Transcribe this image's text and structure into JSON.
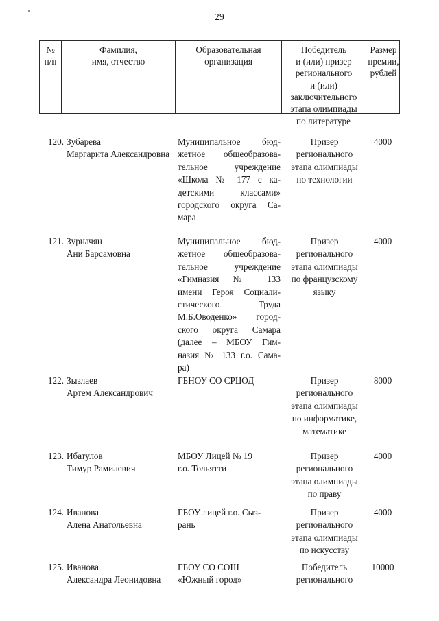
{
  "document": {
    "page_number": "29"
  },
  "table": {
    "headers": {
      "col_number": [
        "№",
        "п/п"
      ],
      "col_name": [
        "Фамилия,",
        "имя, отчество"
      ],
      "col_org": [
        "Образовательная",
        "организация"
      ],
      "col_winner": [
        "Победитель",
        "и (или) призер",
        "регионального",
        "и (или)",
        "заключительного",
        "этапа олимпиады"
      ],
      "col_winner_overflow": "по литературе",
      "col_sum": [
        "Размер",
        "премии,",
        "рублей"
      ]
    },
    "rows": [
      {
        "number": "120.",
        "name_lines": [
          "Зубарева",
          "Маргарита Александровна"
        ],
        "org_lines": [
          "Муниципальное бюд-",
          "жетное общеобразова-",
          "тельное учреждение",
          "«Школа № 177 с ка-",
          "детскими классами»",
          "городского округа Са-",
          "мара"
        ],
        "winner_lines": [
          "Призер",
          "регионального",
          "этапа олимпиады",
          "по технологии"
        ],
        "sum": "4000"
      },
      {
        "number": "121.",
        "name_lines": [
          "Зурначян",
          "Ани Барсамовна"
        ],
        "org_lines": [
          "Муниципальное бюд-",
          "жетное общеобразова-",
          "тельное учреждение",
          "«Гимназия № 133",
          "имени Героя Социали-",
          "стического Труда",
          "М.Б.Оводенко» город-",
          "ского округа Самара",
          "(далее – МБОУ Гим-",
          "назия № 133 г.о. Сама-",
          "ра)"
        ],
        "winner_lines": [
          "Призер",
          "регионального",
          "этапа олимпиады",
          "по французскому",
          "языку"
        ],
        "sum": "4000"
      },
      {
        "number": "122.",
        "name_lines": [
          "Зызлаев",
          "Артем Александрович"
        ],
        "org_lines": [
          "ГБНОУ СО СРЦОД"
        ],
        "winner_lines": [
          "Призер",
          "регионального",
          "этапа олимпиады",
          "по информатике,",
          "математике"
        ],
        "sum": "8000"
      },
      {
        "number": "123.",
        "name_lines": [
          "Ибатулов",
          "Тимур Рамилевич"
        ],
        "org_lines": [
          "МБОУ Лицей № 19",
          "г.о. Тольятти"
        ],
        "winner_lines": [
          "Призер",
          "регионального",
          "этапа олимпиады",
          "по праву"
        ],
        "sum": "4000"
      },
      {
        "number": "124.",
        "name_lines": [
          "Иванова",
          "Алена Анатольевна"
        ],
        "org_lines": [
          "ГБОУ лицей г.о. Сыз-",
          "рань"
        ],
        "winner_lines": [
          "Призер",
          "регионального",
          "этапа олимпиады",
          "по искусству"
        ],
        "sum": "4000"
      },
      {
        "number": "125.",
        "name_lines": [
          "Иванова",
          "Александра Леонидовна"
        ],
        "org_lines": [
          "ГБОУ СО СОШ",
          "«Южный город»"
        ],
        "winner_lines": [
          "Победитель",
          "регионального"
        ],
        "sum": "10000"
      }
    ]
  }
}
